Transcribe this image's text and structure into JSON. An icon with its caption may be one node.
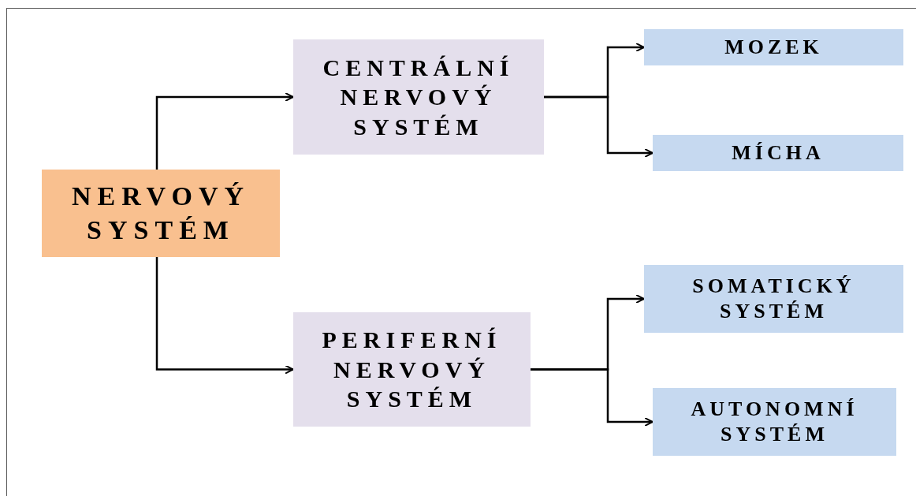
{
  "diagram": {
    "nodes": [
      {
        "text": [
          "NERVOVÝ SYSTÉM"
        ]
      },
      {
        "text": [
          "CENTRÁLNÍ NERVOVÝ SYSTÉM"
        ]
      },
      {
        "text": [
          "MOZEK"
        ]
      },
      {
        "text": [
          "MÍCHA"
        ]
      },
      {
        "text": [
          "PERIFERNÍ NERVOVÝ SYSTÉM"
        ]
      },
      {
        "text": [
          "SOMATICKÝ SYSTÉM"
        ]
      },
      {
        "text": [
          "AUTONOMNÍ SYSTÉM"
        ]
      }
    ],
    "edges": [
      {
        "from": 0,
        "to": 1,
        "arrow": "to"
      },
      {
        "from": 0,
        "to": 4,
        "arrow": "to"
      },
      {
        "from": 1,
        "to": 2,
        "arrow": "to"
      },
      {
        "from": 1,
        "to": 3,
        "arrow": "to"
      },
      {
        "from": 4,
        "to": 5,
        "arrow": "to"
      },
      {
        "from": 4,
        "to": 6,
        "arrow": "to"
      }
    ]
  }
}
